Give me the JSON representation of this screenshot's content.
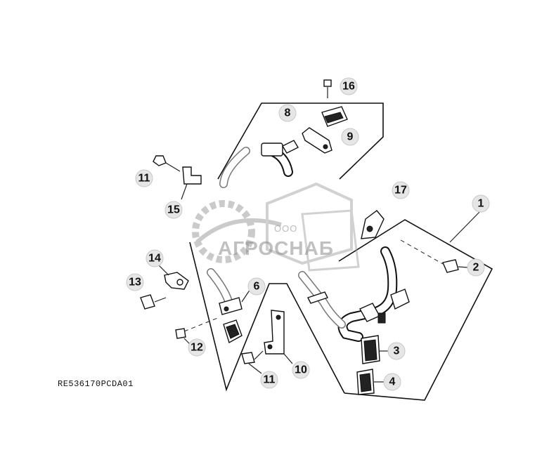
{
  "diagram": {
    "part_code": "RE536170PCDA01",
    "callouts": [
      "1",
      "2",
      "3",
      "4",
      "6",
      "8",
      "9",
      "10",
      "11",
      "11",
      "12",
      "13",
      "14",
      "15",
      "16",
      "17"
    ]
  },
  "watermark": {
    "company_form": "ООО",
    "company_name": "АГРОСНАБ"
  },
  "colors": {
    "callout_fill": "#e6e6e6",
    "line": "#111111",
    "watermark": "#8c8c8c"
  }
}
